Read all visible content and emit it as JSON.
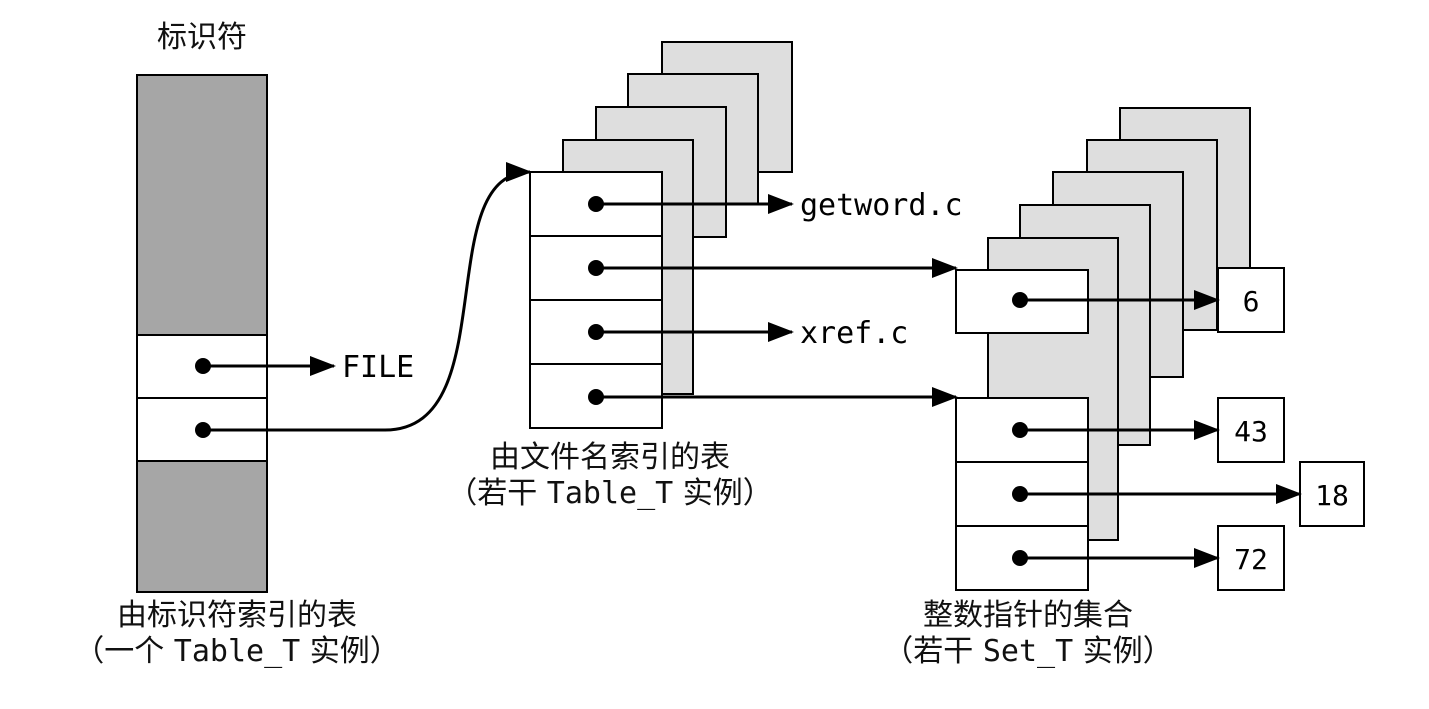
{
  "identifiers": {
    "title": "标识符",
    "caption_line1": "由标识符索引的表",
    "caption_line2_pre": "（一个 ",
    "caption_line2_code": "Table_T",
    "caption_line2_post": " 实例）",
    "file_label": "FILE"
  },
  "file_table": {
    "caption_line1": "由文件名索引的表",
    "caption_line2_pre": "（若干 ",
    "caption_line2_code": "Table_T",
    "caption_line2_post": " 实例）",
    "keys": [
      "getword.c",
      "xref.c"
    ]
  },
  "int_sets": {
    "caption_line1": "整数指针的集合",
    "caption_line2_pre": "（若干 ",
    "caption_line2_code": "Set_T",
    "caption_line2_post": " 实例）",
    "values": [
      "6",
      "43",
      "18",
      "72"
    ]
  },
  "colors": {
    "dark_fill": "#a6a6a6",
    "light_fill": "#dedede",
    "stroke": "#000000"
  }
}
